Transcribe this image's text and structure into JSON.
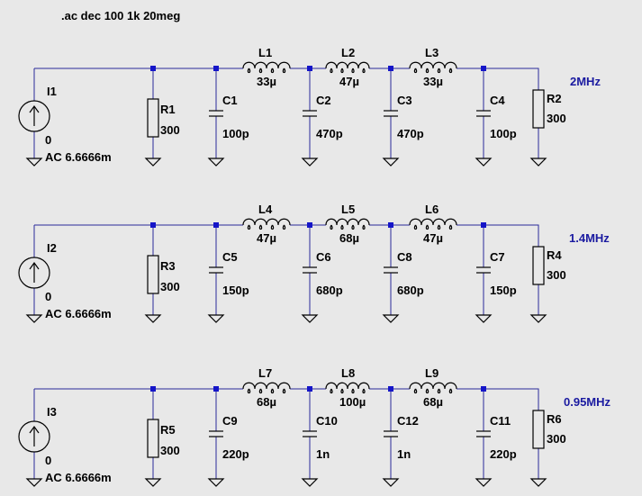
{
  "directive": ".ac dec 100 1k 20meg",
  "colors": {
    "background": "#e8e8e8",
    "wire": "#2a2a9a",
    "node": "#1515c8",
    "symbol": "#000000",
    "frequency_label": "#1a1aa0"
  },
  "rows": [
    {
      "frequency": "2MHz",
      "source": {
        "name": "I1",
        "dc": "0",
        "ac": "AC 6.6666m"
      },
      "r_in": {
        "name": "R1",
        "value": "300"
      },
      "r_out": {
        "name": "R2",
        "value": "300"
      },
      "capacitors": [
        {
          "name": "C1",
          "value": "100p"
        },
        {
          "name": "C2",
          "value": "470p"
        },
        {
          "name": "C3",
          "value": "470p"
        },
        {
          "name": "C4",
          "value": "100p"
        }
      ],
      "inductors": [
        {
          "name": "L1",
          "value": "33µ"
        },
        {
          "name": "L2",
          "value": "47µ"
        },
        {
          "name": "L3",
          "value": "33µ"
        }
      ]
    },
    {
      "frequency": "1.4MHz",
      "source": {
        "name": "I2",
        "dc": "0",
        "ac": "AC 6.6666m"
      },
      "r_in": {
        "name": "R3",
        "value": "300"
      },
      "r_out": {
        "name": "R4",
        "value": "300"
      },
      "capacitors": [
        {
          "name": "C5",
          "value": "150p"
        },
        {
          "name": "C6",
          "value": "680p"
        },
        {
          "name": "C8",
          "value": "680p"
        },
        {
          "name": "C7",
          "value": "150p"
        }
      ],
      "inductors": [
        {
          "name": "L4",
          "value": "47µ"
        },
        {
          "name": "L5",
          "value": "68µ"
        },
        {
          "name": "L6",
          "value": "47µ"
        }
      ]
    },
    {
      "frequency": "0.95MHz",
      "source": {
        "name": "I3",
        "dc": "0",
        "ac": "AC 6.6666m"
      },
      "r_in": {
        "name": "R5",
        "value": "300"
      },
      "r_out": {
        "name": "R6",
        "value": "300"
      },
      "capacitors": [
        {
          "name": "C9",
          "value": "220p"
        },
        {
          "name": "C10",
          "value": "1n"
        },
        {
          "name": "C12",
          "value": "1n"
        },
        {
          "name": "C11",
          "value": "220p"
        }
      ],
      "inductors": [
        {
          "name": "L7",
          "value": "68µ"
        },
        {
          "name": "L8",
          "value": "100µ"
        },
        {
          "name": "L9",
          "value": "68µ"
        }
      ]
    }
  ]
}
